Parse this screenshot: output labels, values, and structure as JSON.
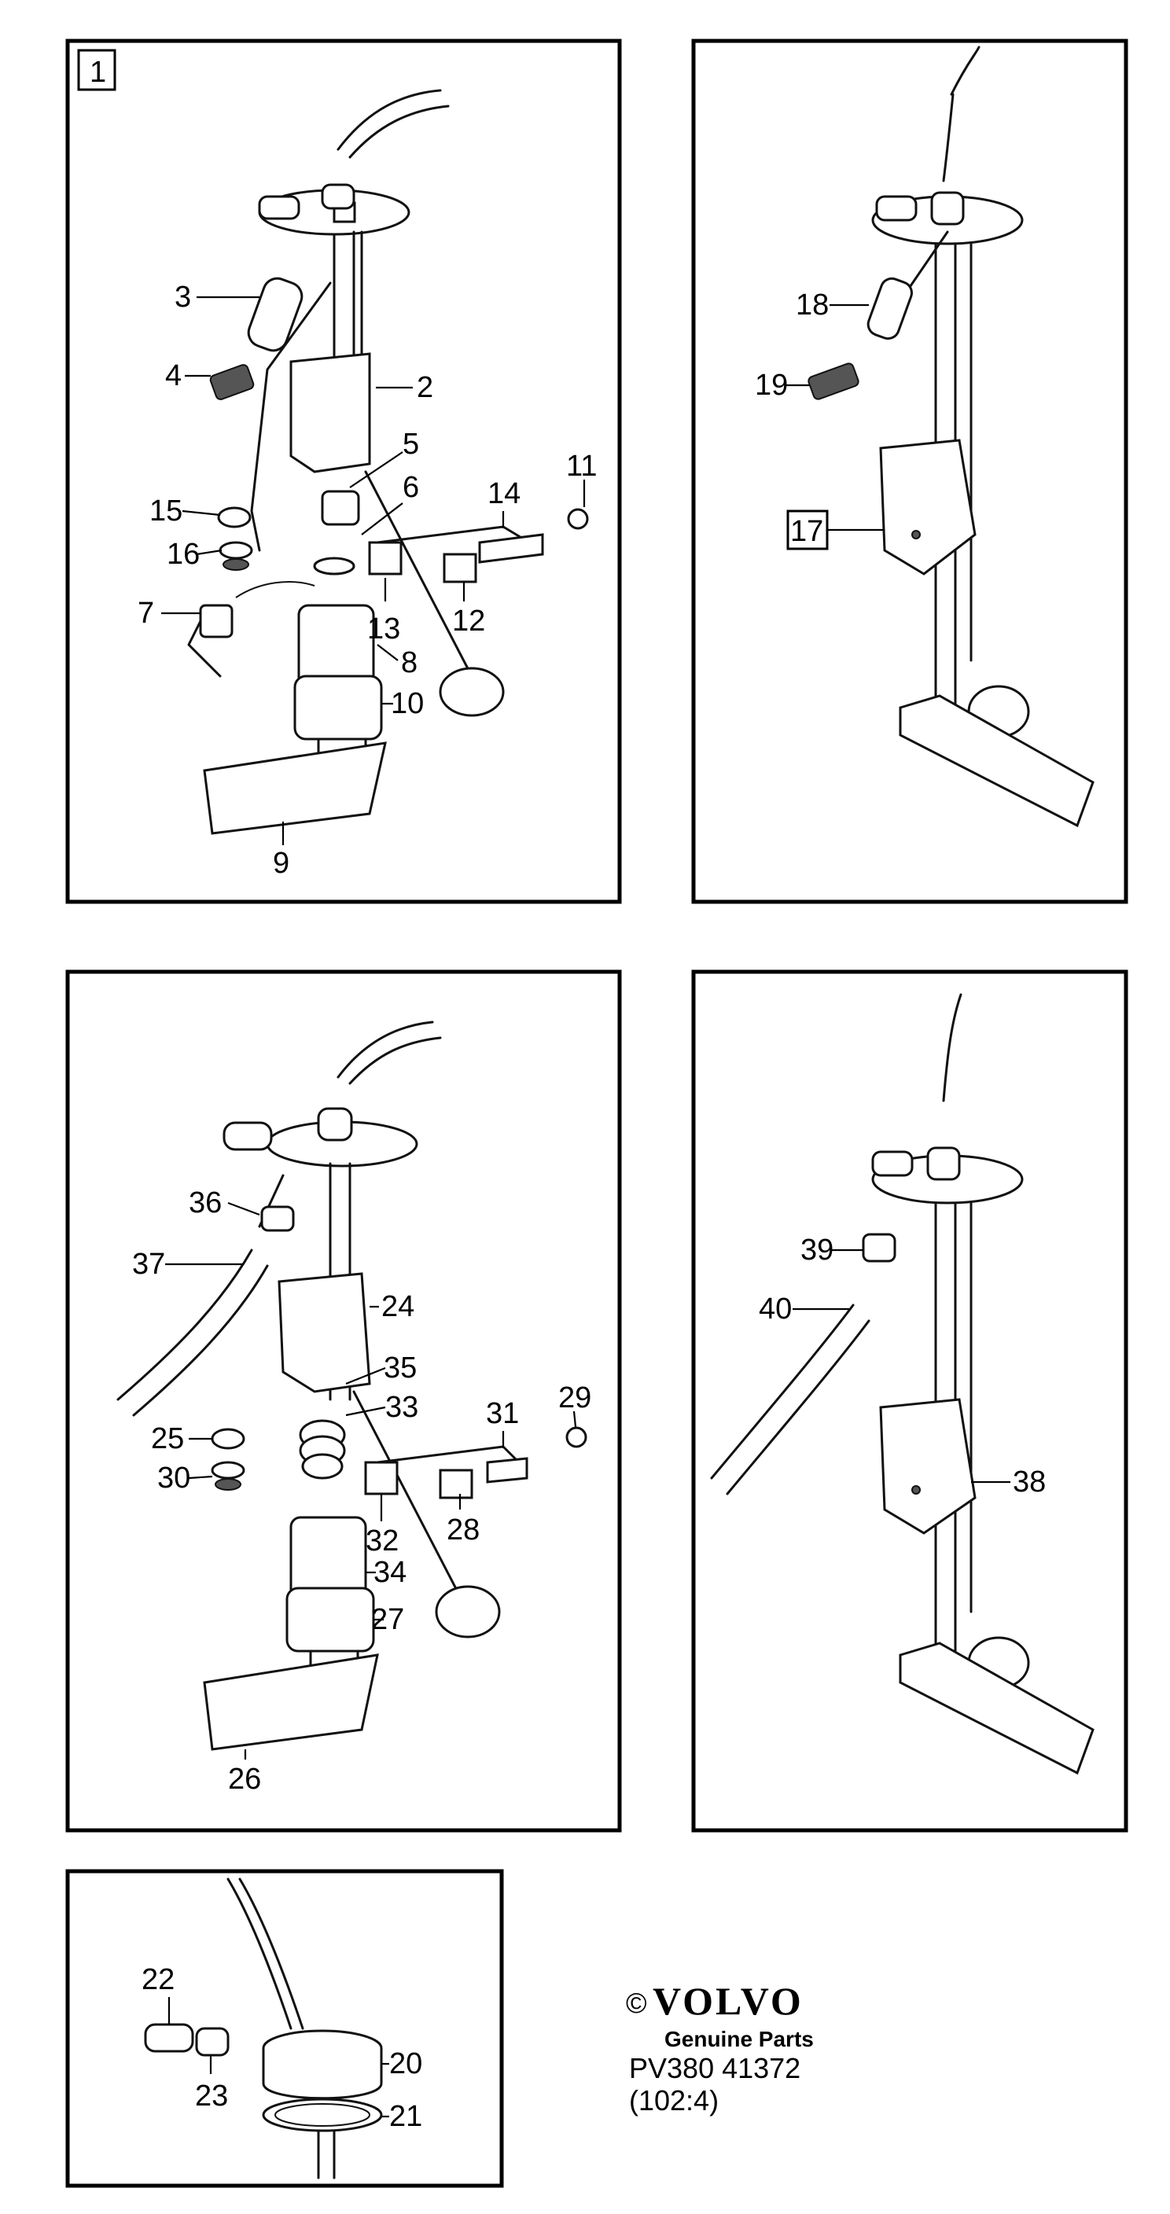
{
  "panels": [
    {
      "index_label": "1",
      "callouts": [
        "2",
        "3",
        "4",
        "5",
        "6",
        "7",
        "8",
        "9",
        "10",
        "11",
        "12",
        "13",
        "14",
        "15",
        "16"
      ]
    },
    {
      "callouts": [
        "17",
        "18",
        "19"
      ]
    },
    {
      "callouts": [
        "24",
        "25",
        "26",
        "27",
        "28",
        "29",
        "30",
        "31",
        "32",
        "33",
        "34",
        "35",
        "36",
        "37"
      ]
    },
    {
      "callouts": [
        "38",
        "39",
        "40"
      ]
    },
    {
      "callouts": [
        "20",
        "21",
        "22",
        "23"
      ]
    }
  ],
  "footer": {
    "copyright": "©",
    "brand": "VOLVO",
    "tagline": "Genuine Parts",
    "code": "PV380  41372",
    "ref": "(102:4)"
  }
}
